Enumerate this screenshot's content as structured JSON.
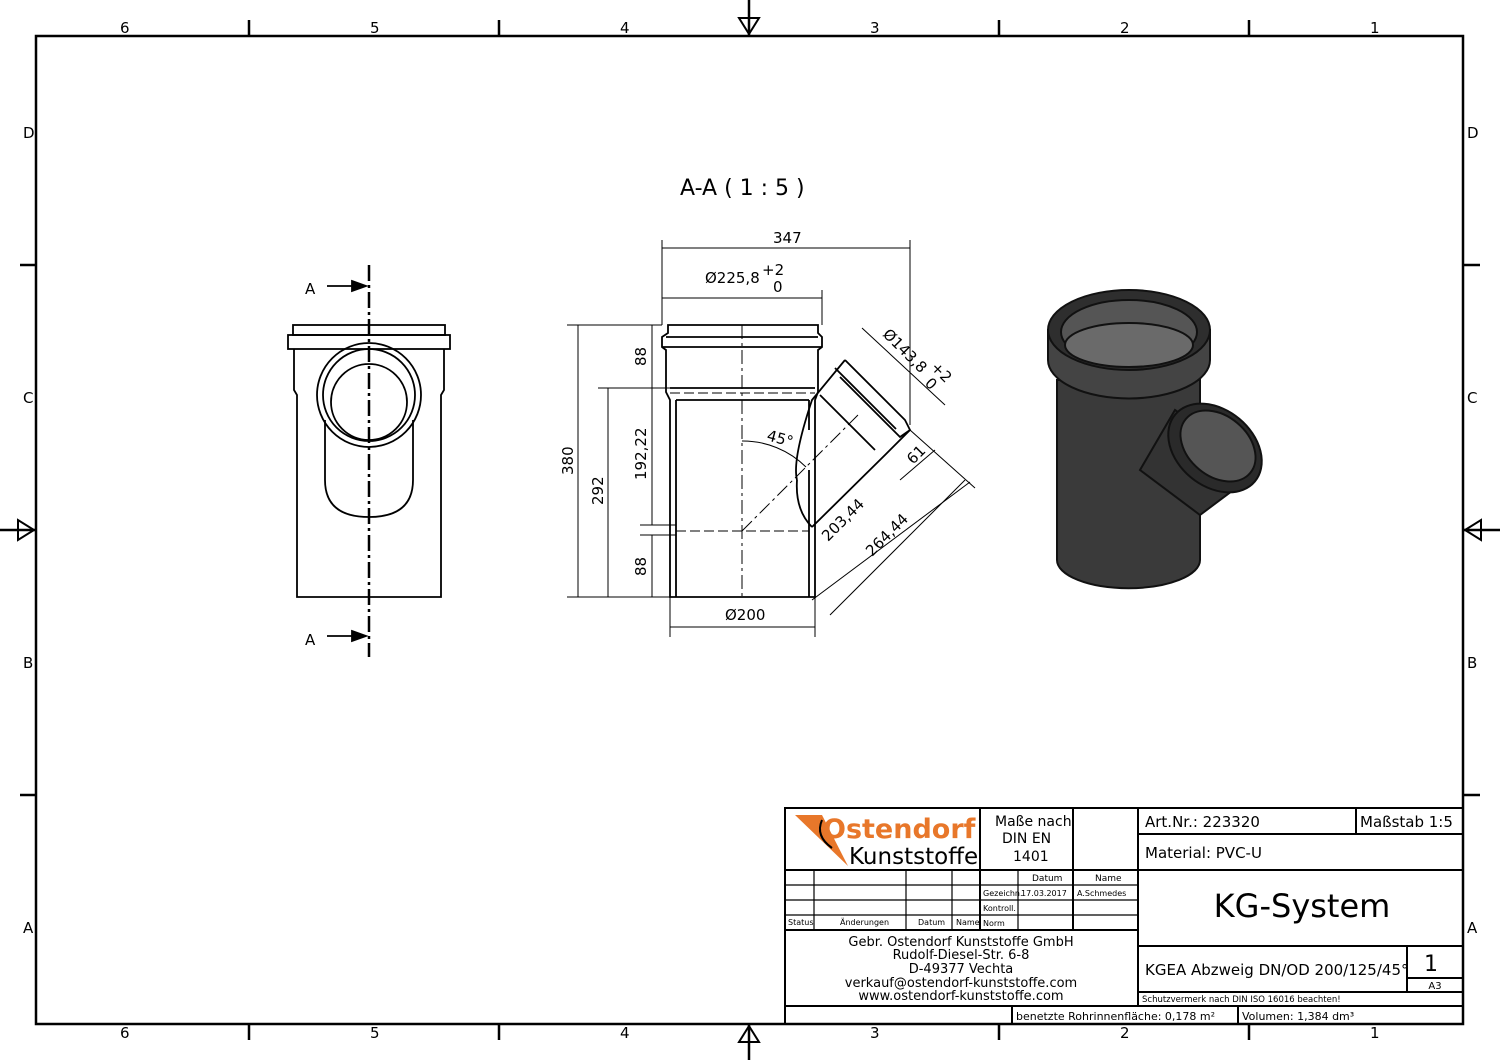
{
  "frame": {
    "columns": [
      "6",
      "5",
      "4",
      "3",
      "2",
      "1"
    ],
    "rows": [
      "D",
      "C",
      "B",
      "A"
    ]
  },
  "section_view": {
    "title": "A-A ( 1 : 5 )",
    "section_marker": "A",
    "dimensions": {
      "overall_width": "347",
      "socket_diameter": "Ø225,8",
      "socket_tol_upper": "+2",
      "socket_tol_lower": "0",
      "branch_diameter": "Ø143,8",
      "branch_tol_upper": "+2",
      "branch_tol_lower": "0",
      "height_total": "380",
      "height_292": "292",
      "socket_depth_top": "88",
      "height_192": "192,22",
      "bottom_88": "88",
      "angle": "45°",
      "branch_socket": "61",
      "branch_203": "203,44",
      "branch_264": "264,44",
      "pipe_diameter": "Ø200"
    }
  },
  "title_block": {
    "logo_top": "Ostendorf",
    "logo_bottom": "Kunststoffe",
    "standard_line1": "Maße nach",
    "standard_line2": "DIN EN",
    "standard_line3": "1401",
    "col_datum": "Datum",
    "col_name": "Name",
    "row_gezeichn": "Gezeichn.",
    "row_kontroll": "Kontroll.",
    "row_norm": "Norm",
    "drawn_date": "17.03.2017",
    "drawn_name": "A.Schmedes",
    "rev_status": "Status",
    "rev_changes": "Änderungen",
    "rev_date": "Datum",
    "rev_name": "Name",
    "company": "Gebr. Ostendorf Kunststoffe GmbH",
    "street": "Rudolf-Diesel-Str. 6-8",
    "city": "D-49377 Vechta",
    "email": "verkauf@ostendorf-kunststoffe.com",
    "web": "www.ostendorf-kunststoffe.com",
    "art_nr": "Art.Nr.: 223320",
    "scale": "Maßstab 1:5",
    "material": "Material: PVC-U",
    "system": "KG-System",
    "part_name": "KGEA Abzweig DN/OD 200/125/45°",
    "sheet": "1",
    "format": "A3",
    "protection": "Schutzvermerk nach DIN ISO 16016 beachten!",
    "surface": "benetzte Rohrinnenfläche: 0,178 m²",
    "volume": "Volumen: 1,384 dm³"
  },
  "colors": {
    "logo_orange": "#e8772a",
    "part_dark": "#3a3a3a"
  }
}
